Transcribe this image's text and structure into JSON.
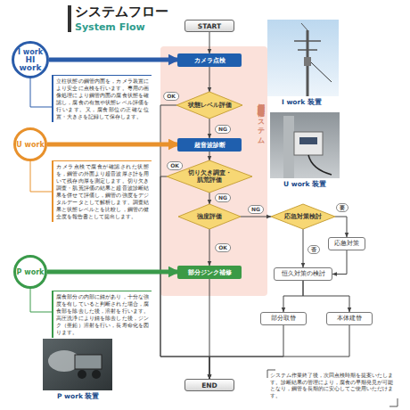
{
  "diagram": {
    "title": "システムフロー",
    "nodes": [
      {
        "text": [
          "鋼管内面診断補修システム"
        ]
      },
      {
        "text": [
          "START"
        ]
      },
      {
        "text": [
          "カメラ点検"
        ],
        "in": 0
      },
      {
        "text": [
          "状態レベル評価"
        ],
        "in": 0
      },
      {
        "text": [
          "超音波診断"
        ],
        "in": 0
      },
      {
        "text": [
          "切り欠き調査・肌荒評価"
        ],
        "in": 0
      },
      {
        "text": [
          "強度評価"
        ],
        "in": 0
      },
      {
        "text": [
          "部分ジンク補修"
        ],
        "in": 0
      },
      {
        "text": [
          "応急対策検討"
        ]
      },
      {
        "text": [
          "応急対策"
        ]
      },
      {
        "text": [
          "恒久対策の検討"
        ]
      },
      {
        "text": [
          "部分取替"
        ]
      },
      {
        "text": [
          "本体建替"
        ]
      },
      {
        "text": [
          "END"
        ]
      },
      {
        "text": [
          "I work",
          "HI work"
        ]
      },
      {
        "text": [
          "立柱状態の鋼管内面を，カメラ装置により安全に点検を行います。専用の画像処理により鋼管内面の腐食状態を確認し，腐食の有無や状態レベル評価を行います。又，腐食部位の正確な位置・大きさを記録して保存します。"
        ]
      },
      {
        "text": [
          "U work"
        ]
      },
      {
        "text": [
          "カメラ点検で腐食が確認された状態を，鋼管の外面より超音波厚さ計を用いて残存肉厚を測定します。切り欠き調査・肌荒評価の結果と超音波診断結果を併せて評価し，鋼管の強度をデジタルデータとして解析します。調査結果と状態レベルとを比較し，鋼管の健全度を報告書として提出します。"
        ]
      },
      {
        "text": [
          "P work"
        ]
      },
      {
        "text": [
          "腐食部分の内部に錆があり，十分な強度を有していると判断された場合，腐食部を除去した後，溶射を行います。高圧洗浄により錆を除去した後，ジンク（亜鉛）溶射を行い，長寿命化を図ります。"
        ]
      }
    ],
    "edges": [
      {
        "from": 1,
        "to": 2,
        "arrow": "to"
      },
      {
        "from": 2,
        "to": 3,
        "arrow": "to"
      },
      {
        "from": 3,
        "to": 4,
        "label": "NG",
        "arrow": "to"
      },
      {
        "from": 3,
        "to": 13,
        "label": "OK",
        "arrow": "to"
      },
      {
        "from": 4,
        "to": 5,
        "arrow": "to"
      },
      {
        "from": 5,
        "to": 6,
        "label": "NG",
        "arrow": "to"
      },
      {
        "from": 5,
        "to": 13,
        "label": "OK",
        "arrow": "to"
      },
      {
        "from": 6,
        "to": 7,
        "label": "OK",
        "arrow": "to"
      },
      {
        "from": 6,
        "to": 8,
        "label": "NG",
        "arrow": "to"
      },
      {
        "from": 8,
        "to": 9,
        "label": "要",
        "arrow": "to"
      },
      {
        "from": 8,
        "to": 10,
        "label": "否",
        "arrow": "to"
      },
      {
        "from": 9,
        "to": 10,
        "arrow": "to"
      },
      {
        "from": 10,
        "to": 11,
        "arrow": "to"
      },
      {
        "from": 10,
        "to": 12,
        "arrow": "to"
      },
      {
        "from": 11,
        "to": 13,
        "arrow": "to"
      },
      {
        "from": 12,
        "to": 13,
        "arrow": "to"
      },
      {
        "from": 7,
        "to": 13,
        "arrow": "to"
      },
      {
        "from": 14,
        "to": 2,
        "arrow": "to"
      },
      {
        "from": 16,
        "to": 4,
        "arrow": "to"
      },
      {
        "from": 18,
        "to": 7,
        "arrow": "to"
      }
    ],
    "labels": [
      "System Flow",
      "I work 装置",
      "U work 装置",
      "P work 装置",
      "システム作業終了後，次回点検時期を提案いたします。診断結果の管理により，腐食の早期発見が可能となり，鋼管を長期的に安心してご使用いただけます。"
    ]
  }
}
